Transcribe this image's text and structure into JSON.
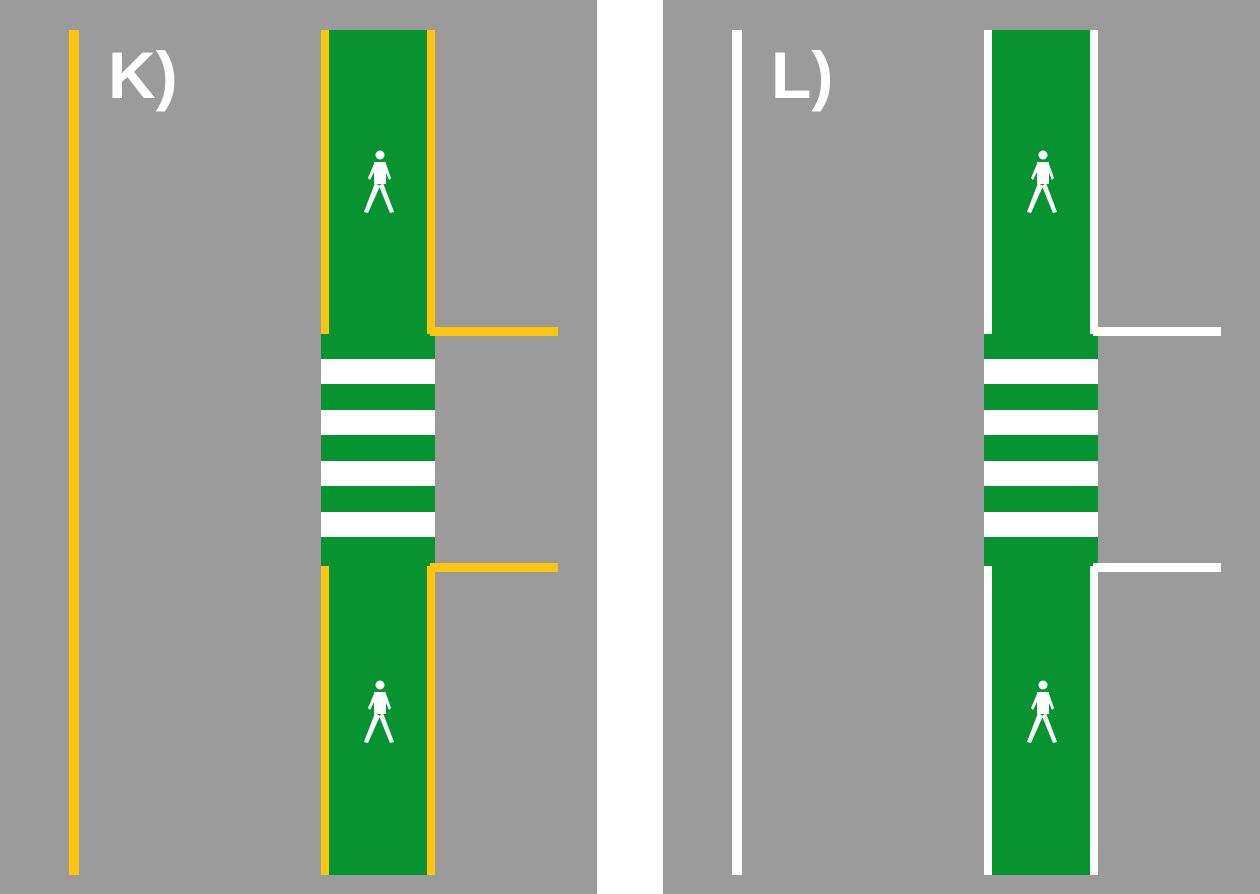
{
  "colors": {
    "road": "#9b9b9b",
    "green": "#079430",
    "stripe": "#ffffff",
    "yellow": "#fdc50e",
    "white": "#ffffff",
    "background": "#ffffff"
  },
  "panels": [
    {
      "label": "K)",
      "marking_color": "yellow",
      "pictogram": "pedestrian-icon"
    },
    {
      "label": "L)",
      "marking_color": "white",
      "pictogram": "pedestrian-icon"
    }
  ]
}
